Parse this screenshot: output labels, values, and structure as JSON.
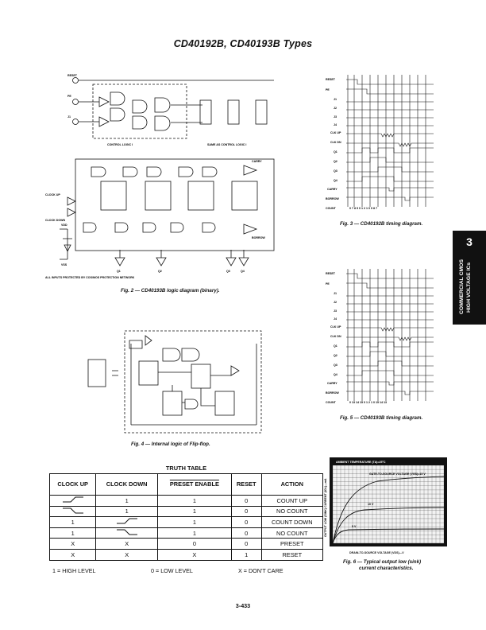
{
  "page": {
    "title": "CD40192B, CD40193B Types",
    "page_number": "3-433",
    "side_tab": {
      "number": "3",
      "line1": "COMMERCIAL CMOS",
      "line2": "HIGH VOLTAGE ICs"
    }
  },
  "fig2": {
    "caption": "Fig. 2 — CD40193B logic diagram (binary).",
    "labels": {
      "reset": "RESET",
      "pe": "PE",
      "j1": "J1",
      "control_logic": "CONTROL LOGIC I",
      "same_as": "SAME AS CONTROL LOGIC I",
      "clock_up": "CLOCK UP",
      "clock_down": "CLOCK DOWN",
      "carry": "CARRY",
      "borrow": "BORROW",
      "vdd": "VDD",
      "vss": "VSS",
      "note": "ALL INPUTS PROTECTED BY COS/MOS PROTECTION NETWORK",
      "q1": "Q1",
      "q2": "Q2",
      "q3": "Q3",
      "q4": "Q4"
    }
  },
  "fig3": {
    "caption": "Fig. 3 — CD40192B timing diagram.",
    "rows": [
      "RESET",
      "PE",
      "J1",
      "J2",
      "J3",
      "J4",
      "CLK UP",
      "CLK DN",
      "Q1",
      "Q2",
      "Q3",
      "Q4",
      "CARRY",
      "BORROW",
      "COUNT"
    ],
    "count_sequence": "0 7 8 9 0 1 2 1 0 9 8 7"
  },
  "fig5": {
    "caption": "Fig. 5 — CD40193B timing diagram.",
    "rows": [
      "RESET",
      "PE",
      "J1",
      "J2",
      "J3",
      "J4",
      "CLK UP",
      "CLK DN",
      "Q1",
      "Q2",
      "Q3",
      "Q4",
      "CARRY",
      "BORROW",
      "COUNT"
    ],
    "count_sequence": "0 13 14 15 0 1 2 1 0 15 14 13"
  },
  "fig4": {
    "caption": "Fig. 4 — Internal logic of Flip-flop."
  },
  "fig6": {
    "caption_line1": "Fig. 6 — Typical output low (sink)",
    "caption_line2": "current characteristics.",
    "header": "AMBIENT TEMPERATURE (TA)=25°C",
    "gate_label": "GATE-TO-SOURCE VOLTAGE (VGS)=15 V",
    "curve_labels": [
      "10 V",
      "5 V"
    ],
    "xlabel": "DRAIN-TO-SOURCE VOLTAGE (VDS)—V",
    "ylabel": "OUTPUT LOW (SINK) CURRENT (IOL)—mA"
  },
  "truth_table": {
    "title": "TRUTH TABLE",
    "headers": [
      "CLOCK UP",
      "CLOCK DOWN",
      "PRESET ENABLE",
      "RESET",
      "ACTION"
    ],
    "rows": [
      [
        "rise",
        "1",
        "1",
        "0",
        "COUNT UP"
      ],
      [
        "fall",
        "1",
        "1",
        "0",
        "NO COUNT"
      ],
      [
        "1",
        "rise",
        "1",
        "0",
        "COUNT DOWN"
      ],
      [
        "1",
        "fall",
        "1",
        "0",
        "NO COUNT"
      ],
      [
        "X",
        "X",
        "0",
        "0",
        "PRESET"
      ],
      [
        "X",
        "X",
        "X",
        "1",
        "RESET"
      ]
    ],
    "legend": [
      "1 = HIGH LEVEL",
      "0 = LOW LEVEL",
      "X = DON'T CARE"
    ]
  }
}
